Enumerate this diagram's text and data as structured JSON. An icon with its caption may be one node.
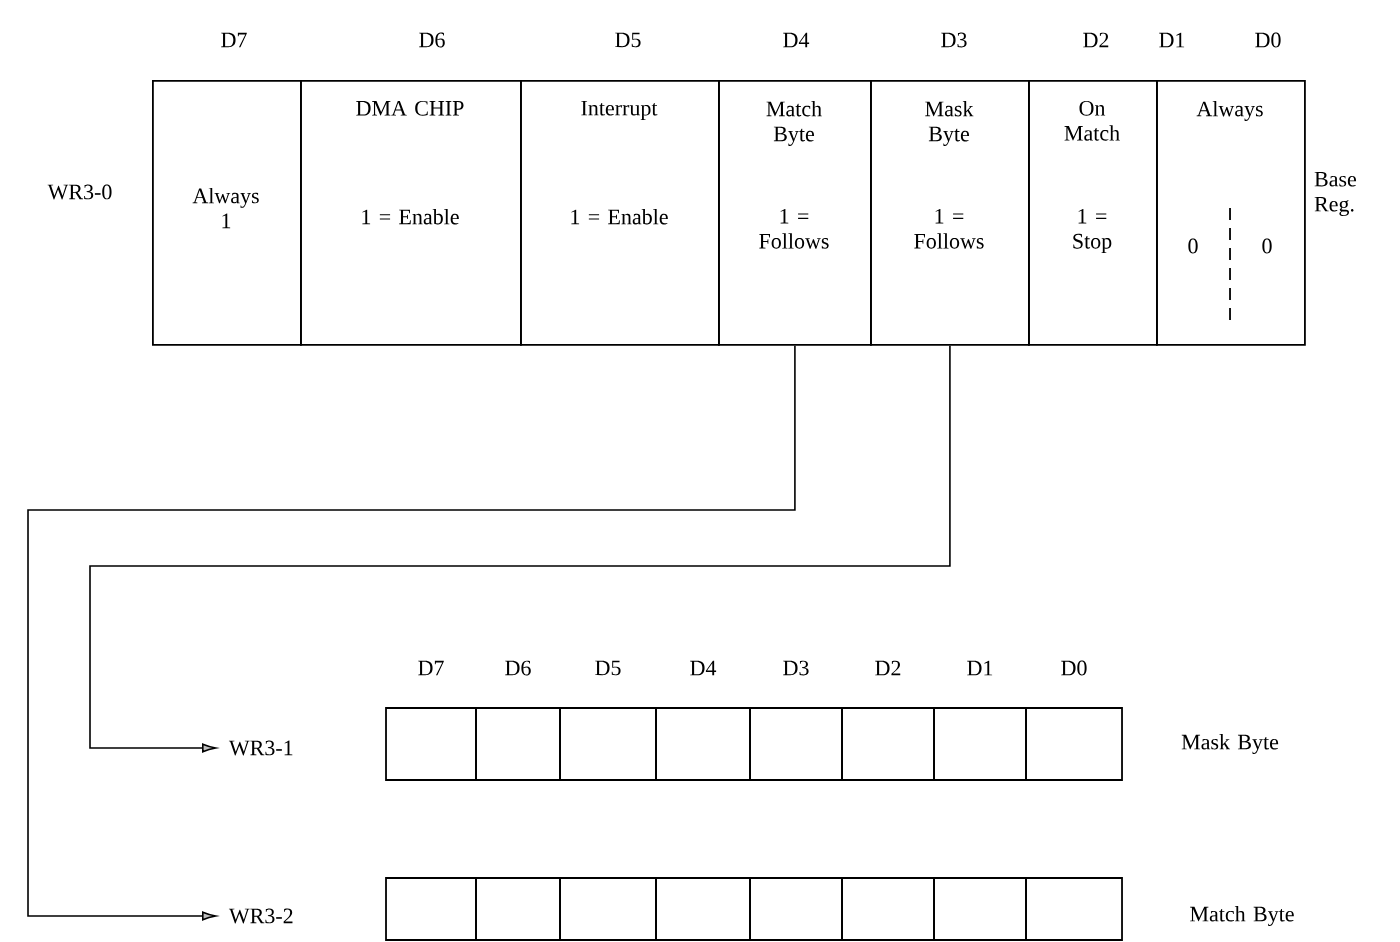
{
  "diagram": {
    "nodes": [
      {
        "text": [
          "Always 1"
        ]
      },
      {
        "text": [
          "DMA CHIP",
          "1 = Enable"
        ]
      },
      {
        "text": [
          "Interrupt",
          "1 = Enable"
        ]
      },
      {
        "text": [
          "Match Byte",
          "1 = Follows"
        ]
      },
      {
        "text": [
          "Mask Byte",
          "1 = Follows"
        ]
      },
      {
        "text": [
          "On Match",
          "1 = Stop"
        ]
      },
      {
        "text": [
          "Always",
          "0",
          "0"
        ]
      },
      {
        "text": [
          "WR3-1"
        ]
      },
      {
        "text": [],
        "shape": "box"
      },
      {
        "text": [],
        "shape": "box"
      },
      {
        "text": [],
        "shape": "box"
      },
      {
        "text": [],
        "shape": "box"
      },
      {
        "text": [],
        "shape": "box"
      },
      {
        "text": [],
        "shape": "box"
      },
      {
        "text": [],
        "shape": "box"
      },
      {
        "text": [],
        "shape": "box"
      },
      {
        "text": [
          "WR3-2"
        ]
      },
      {
        "text": [],
        "shape": "box"
      },
      {
        "text": [],
        "shape": "box"
      },
      {
        "text": [],
        "shape": "box"
      },
      {
        "text": [],
        "shape": "box"
      },
      {
        "text": [],
        "shape": "box"
      },
      {
        "text": [],
        "shape": "box"
      },
      {
        "text": [],
        "shape": "box"
      },
      {
        "text": [],
        "shape": "box"
      }
    ],
    "edges": [
      {
        "from": 3,
        "to": 16,
        "arrow": "to"
      },
      {
        "from": 4,
        "to": 7,
        "arrow": "to"
      }
    ],
    "labels": [
      "D7",
      "D6",
      "D5",
      "D4",
      "D3",
      "D2",
      "D1",
      "D0",
      "WR3-0",
      "Base Reg.",
      "D7",
      "D6",
      "D5",
      "D4",
      "D3",
      "D2",
      "D1",
      "D0",
      "Mask Byte",
      "Match Byte"
    ]
  }
}
